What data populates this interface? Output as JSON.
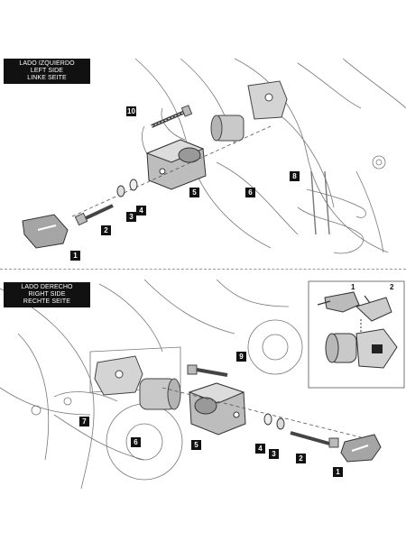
{
  "left_side": {
    "title_lines": [
      "LADO IZQUIERDO",
      "LEFT SIDE",
      "LINKE SEITE"
    ],
    "callouts": [
      "10",
      "8",
      "5",
      "6",
      "4",
      "3",
      "2",
      "1"
    ]
  },
  "right_side": {
    "title_lines": [
      "LADO DERECHO",
      "RIGHT SIDE",
      "RECHTE SEITE"
    ],
    "callouts": [
      "9",
      "7",
      "6",
      "5",
      "4",
      "3",
      "2",
      "1"
    ],
    "inset_steps": [
      "1",
      "2"
    ]
  },
  "colors": {
    "line": "#4a4a4a",
    "part_fill": "#c9c9c9",
    "part_dark": "#8a8a8a",
    "label_bg": "#111111"
  }
}
